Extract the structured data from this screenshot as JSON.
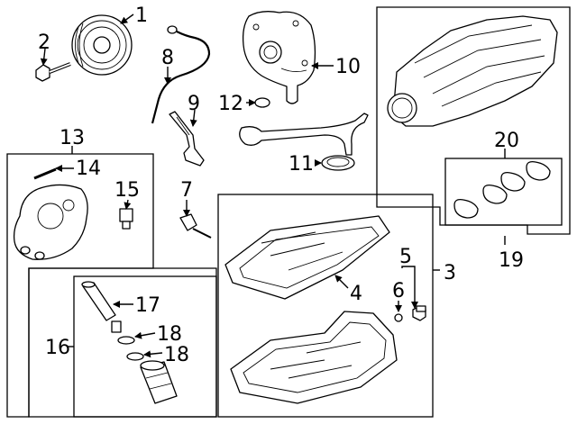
{
  "callouts": {
    "c1": "1",
    "c2": "2",
    "c3": "3",
    "c4": "4",
    "c5": "5",
    "c6": "6",
    "c7": "7",
    "c8": "8",
    "c9": "9",
    "c10": "10",
    "c11": "11",
    "c12": "12",
    "c13": "13",
    "c14": "14",
    "c15": "15",
    "c16": "16",
    "c17": "17",
    "c18a": "18",
    "c18b": "18",
    "c19": "19",
    "c20": "20"
  },
  "colors": {
    "ink": "#000000",
    "background": "#ffffff"
  }
}
